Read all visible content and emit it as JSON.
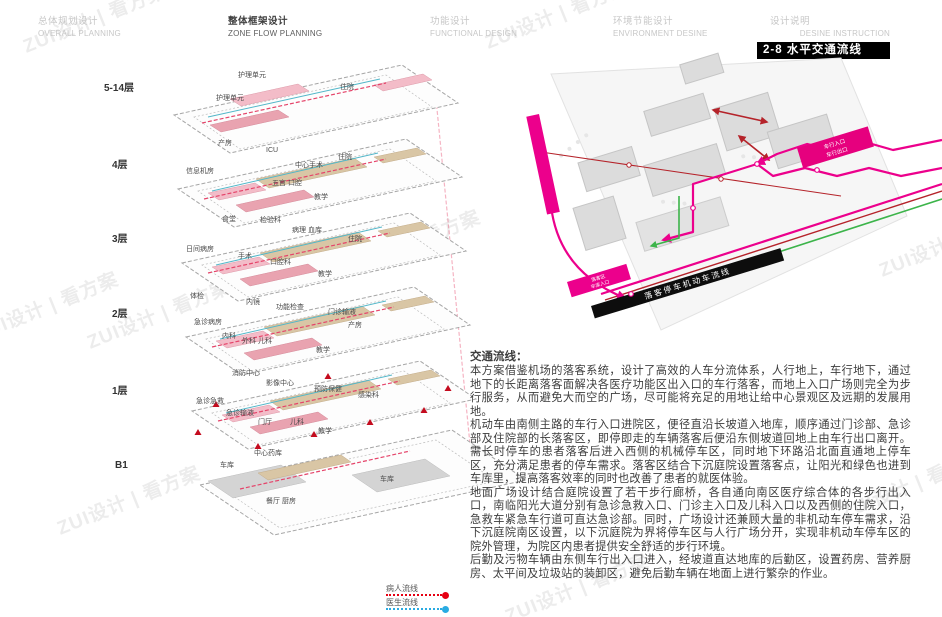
{
  "watermark": {
    "text": "ZUI设计 | 看方案"
  },
  "header": {
    "tabs": [
      {
        "zh": "总体规划设计",
        "en": "OVERALL PLANNING"
      },
      {
        "zh": "整体框架设计",
        "en": "ZONE FLOW PLANNING"
      },
      {
        "zh": "功能设计",
        "en": "FUNCTIONAL DESIGN"
      },
      {
        "zh": "环境节能设计",
        "en": "ENVIRONMENT DESINE"
      },
      {
        "zh": "设计说明",
        "en": "DESINE INSTRUCTION"
      }
    ],
    "section_title": "2-8 水平交通流线"
  },
  "floors": [
    {
      "label": "5-14层",
      "rooms": [
        "护理单元",
        "护理单元",
        "住院"
      ]
    },
    {
      "label": "4层",
      "rooms": [
        "产房",
        "ICU",
        "信息机房",
        "中心手术",
        "住院",
        "五官 口腔",
        "教学"
      ]
    },
    {
      "label": "3层",
      "rooms": [
        "食堂",
        "检验科",
        "病理 血库",
        "住院",
        "日间病房",
        "手术",
        "口腔科",
        "教学"
      ]
    },
    {
      "label": "2层",
      "rooms": [
        "体检",
        "内镜",
        "功能检查",
        "门诊输液",
        "急诊病房",
        "内科",
        "产房",
        "外科 儿科",
        "教学"
      ]
    },
    {
      "label": "1层",
      "rooms": [
        "消防中心",
        "影像中心",
        "预防保健",
        "感染科",
        "急诊急救",
        "急诊输液",
        "门厅",
        "儿科",
        "教学"
      ]
    },
    {
      "label": "B1",
      "rooms": [
        "中心药库",
        "车库",
        "车库",
        "餐厅 厨房"
      ]
    }
  ],
  "site": {
    "banner": "落客停车机动车流线",
    "right_bar": [
      "车行入口",
      "车行出口"
    ],
    "left_bar": [
      "落客区",
      "车库入口"
    ]
  },
  "article": {
    "title": "交通流线：",
    "paragraphs": [
      "本方案借鉴机场的落客系统，设计了高效的人车分流体系，人行地上，车行地下，通过地下的长距离落客面解决各医疗功能区出入口的车行落客，而地上入口广场则完全为步行服务，从而避免大而空的广场，尽可能将充足的用地让给中心景观区及远期的发展用地。",
      "机动车由南侧主路的车行入口进院区，便径直沿长坡道入地库，顺序通过门诊部、急诊部及住院部的长落客区，即停即走的车辆落客后便沿东侧坡道回地上由车行出口离开。需长时停车的患者落客后进入西侧的机械停车区，同时地下环路沿北面直通地上停车区，充分满足患者的停车需求。落客区结合下沉庭院设置落客点，让阳光和绿色也进到车库里，提高落客效率的同时也改善了患者的就医体验。",
      "地面广场设计结合庭院设置了若干步行廊桥，各自通向南区医疗综合体的各步行出入口，南临阳光大道分别有急诊急救入口、门诊主入口及儿科入口以及西侧的住院入口，急救车紧急车行道可直达急诊部。同时，广场设计还兼顾大量的非机动车停车需求，沿下沉庭院南区设置，以下沉庭院为界将停车区与人行广场分开，实现非机动车停车区的院外管理，为院区内患者提供安全舒适的步行环境。",
      "后勤及污物车辆由东侧车行出入口进入，经坡道直达地库的后勤区，设置药房、营养厨房、太平间及垃圾站的装卸区，避免后勤车辆在地面上进行繁杂的作业。"
    ]
  },
  "legend": [
    {
      "label": "病人流线",
      "color": "#e60012"
    },
    {
      "label": "医生流线",
      "color": "#29abe2"
    }
  ],
  "colors": {
    "accent_magenta": "#ec008c",
    "flow_patient_red": "#e60012",
    "flow_doctor_blue": "#29abe2",
    "arrow_crimson": "#b5232a",
    "route_green": "#3cb44a",
    "banner_black": "#0d0d0d"
  }
}
